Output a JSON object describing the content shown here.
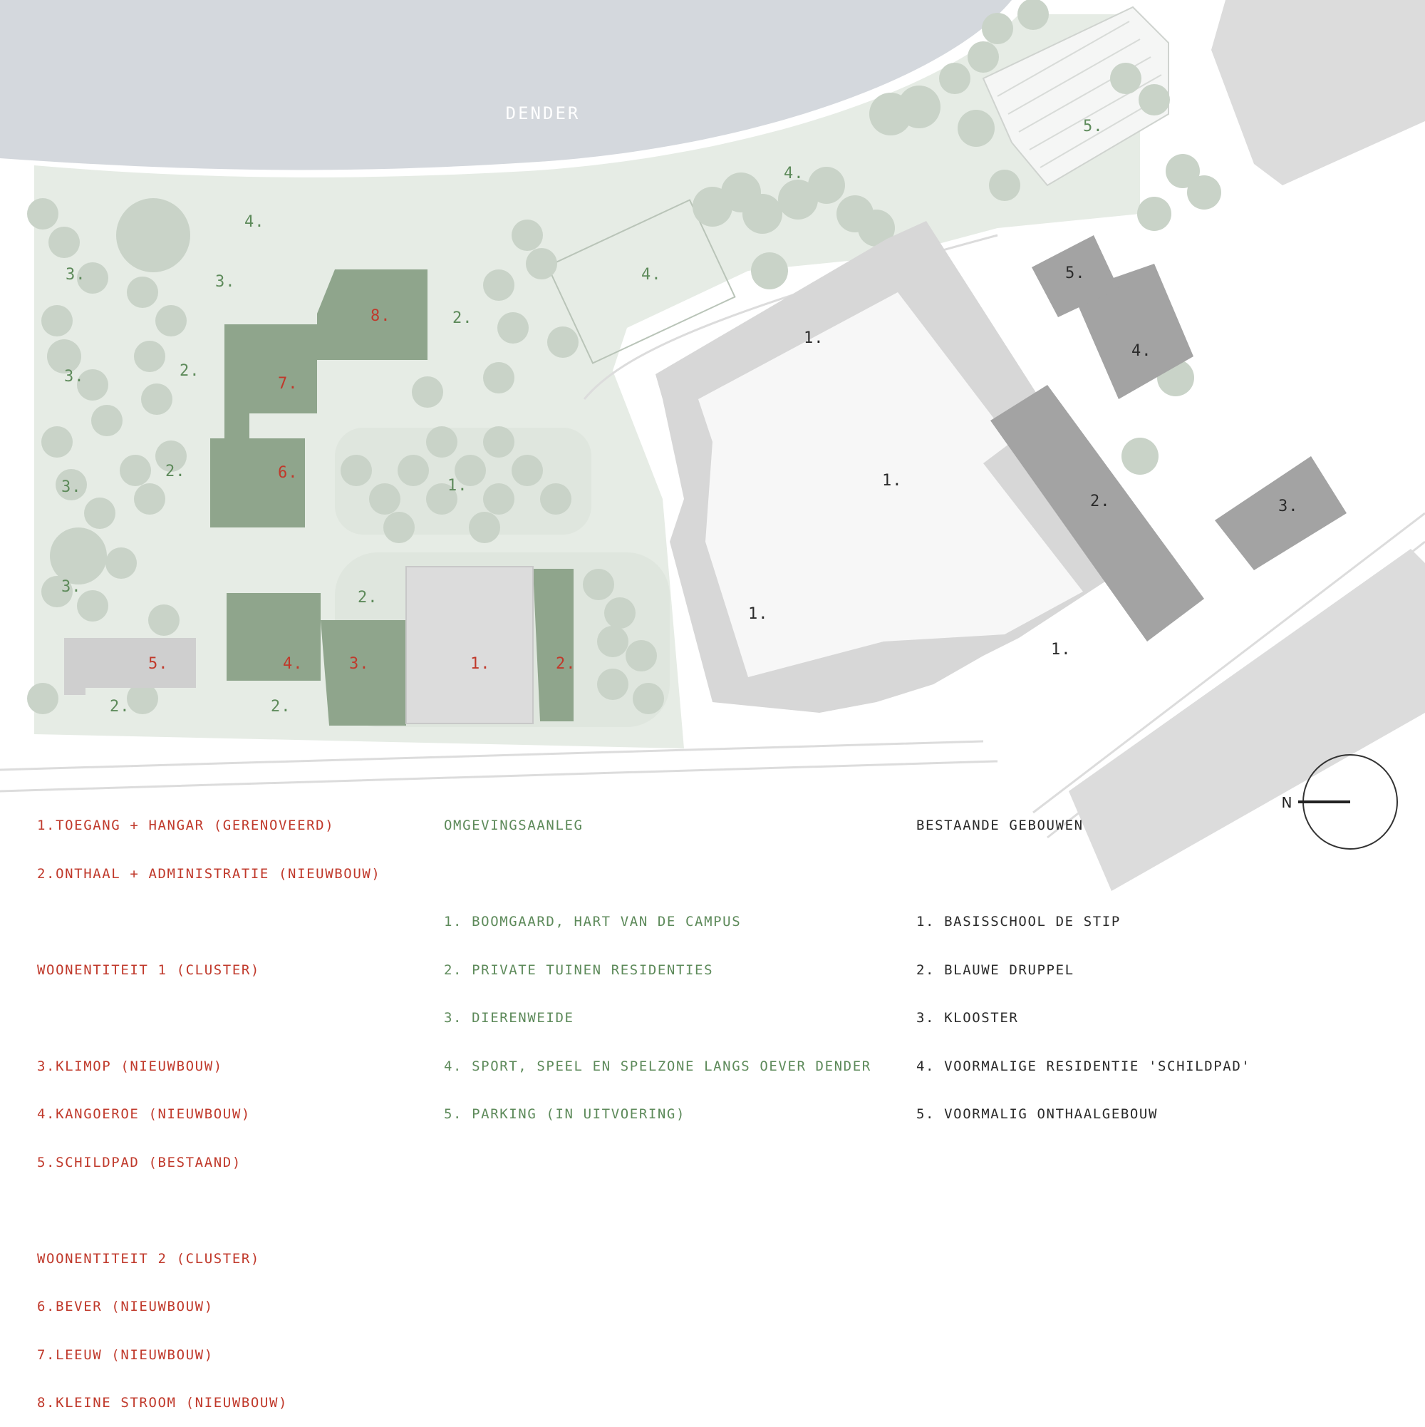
{
  "colors": {
    "river": "#d4d8dd",
    "landscape": "#e6ece5",
    "tree": "#c9d3c8",
    "tree_dark": "#bcc8bb",
    "new_building": "#8fa58c",
    "new_building_dark": "#7e957b",
    "existing_light": "#d7d7d7",
    "existing_mid": "#c9c9c9",
    "existing_dark": "#a3a3a3",
    "legend_red": "#c0392b",
    "legend_green": "#5d8a5a",
    "legend_dark": "#2a2a2a"
  },
  "map": {
    "river_name": "DENDER",
    "new_building_labels": [
      "8.",
      "7.",
      "6.",
      "4.",
      "3.",
      "2.",
      "1.",
      "5."
    ],
    "landscape_labels": [
      "4.",
      "4.",
      "4.",
      "5.",
      "3.",
      "3.",
      "3.",
      "3.",
      "3.",
      "2.",
      "2.",
      "2.",
      "2.",
      "2.",
      "2.",
      "1."
    ],
    "existing_labels": [
      "1.",
      "1.",
      "1.",
      "1.",
      "2.",
      "3.",
      "4.",
      "5."
    ],
    "north_label": "N"
  },
  "legend_program": {
    "items_a": [
      "1.TOEGANG + HANGAR (GERENOVEERD)",
      "2.ONTHAAL + ADMINISTRATIE (NIEUWBOUW)"
    ],
    "cluster1_title": "WOONENTITEIT 1 (CLUSTER)",
    "cluster1_items": [
      "3.KLIMOP (NIEUWBOUW)",
      "4.KANGOEROE (NIEUWBOUW)",
      "5.SCHILDPAD (BESTAAND)"
    ],
    "cluster2_title": "WOONENTITEIT 2 (CLUSTER)",
    "cluster2_items": [
      "6.BEVER (NIEUWBOUW)",
      "7.LEEUW (NIEUWBOUW)",
      "8.KLEINE STROOM (NIEUWBOUW)"
    ]
  },
  "legend_landscape": {
    "title": "OMGEVINGSAANLEG",
    "items": [
      "1. BOOMGAARD, HART VAN DE CAMPUS",
      "2. PRIVATE TUINEN RESIDENTIES",
      "3. DIERENWEIDE",
      "4. SPORT, SPEEL EN SPELZONE LANGS OEVER DENDER",
      "5. PARKING (IN UITVOERING)"
    ]
  },
  "legend_existing": {
    "title": "BESTAANDE GEBOUWEN",
    "items": [
      "1. BASISSCHOOL DE STIP",
      "2. BLAUWE DRUPPEL",
      "3. KLOOSTER",
      "4. VOORMALIGE RESIDENTIE 'SCHILDPAD'",
      "5. VOORMALIG ONTHAALGEBOUW"
    ]
  }
}
